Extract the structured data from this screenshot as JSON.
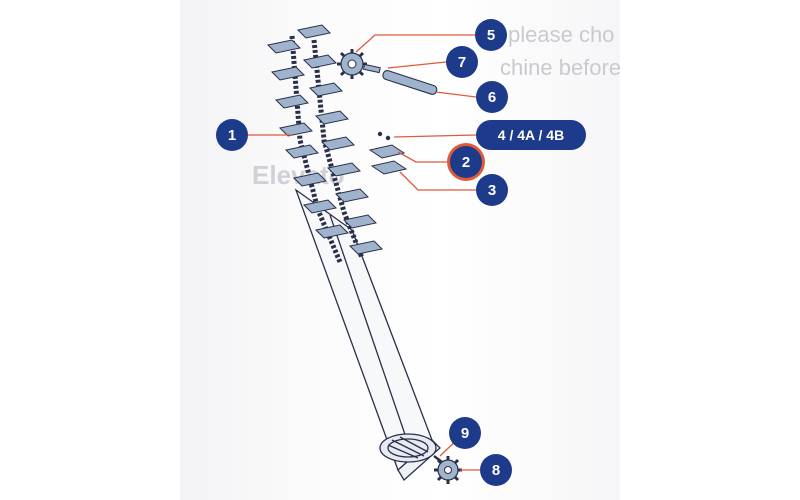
{
  "background_text": {
    "line1": "please cho",
    "line2": "chine before",
    "side_label": "Elevato"
  },
  "callouts": {
    "c1": "1",
    "c2": "2",
    "c3": "3",
    "c4": "4 / 4A / 4B",
    "c5": "5",
    "c6": "6",
    "c7": "7",
    "c8": "8",
    "c9": "9"
  },
  "colors": {
    "callout_fill": "#1e3a8a",
    "highlight_ring": "#e05a3a",
    "line_art": "#2a2f4a",
    "part_fill": "#9fb3cc"
  }
}
